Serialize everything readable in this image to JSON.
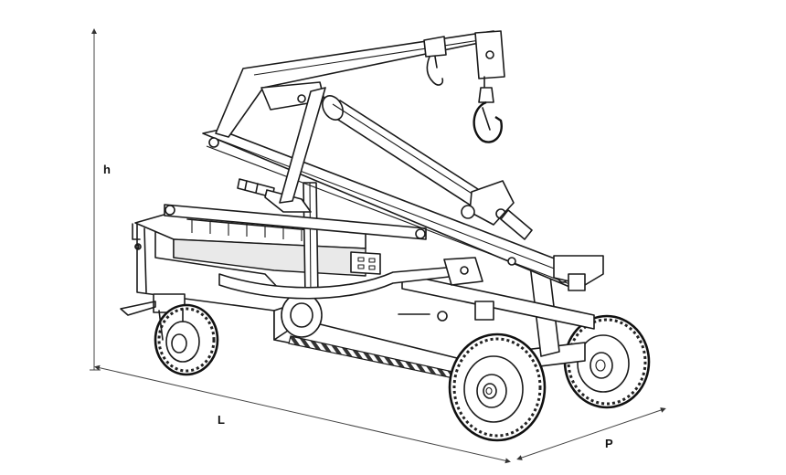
{
  "dimensions": {
    "height_label": "h",
    "length_label": "L",
    "width_label": "P"
  },
  "colors": {
    "line": "#1a1a1a",
    "background": "#ffffff"
  }
}
